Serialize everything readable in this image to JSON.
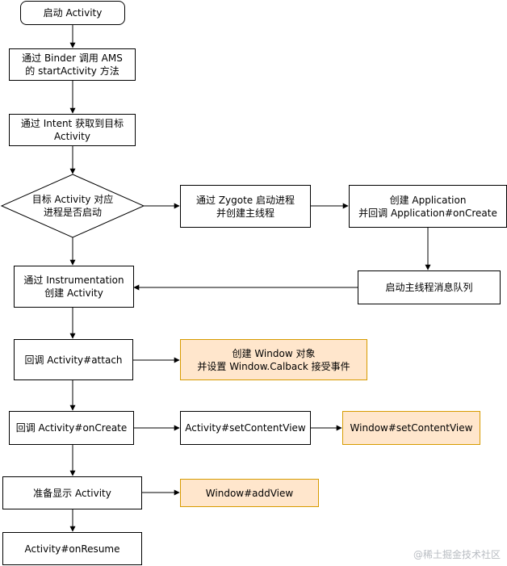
{
  "nodes": {
    "start": "启动 Activity",
    "binder_call": "通过 Binder 调用 AMS\n的 startActivity 方法",
    "intent_target": "通过 Intent 获取到目标\nActivity",
    "decision_started": "目标 Activity 对应\n进程是否启动",
    "zygote_start": "通过 Zygote 启动进程\n并创建主线程",
    "create_application": "创建 Application\n并回调 Application#onCreate",
    "main_looper": "启动主线程消息队列",
    "instrumentation_create": "通过 Instrumentation\n创建 Activity",
    "attach": "回调 Activity#attach",
    "create_window": "创建 Window 对象\n并设置 Window.Calback 接受事件",
    "on_create": "回调 Activity#onCreate",
    "activity_set_content_view": "Activity#setContentView",
    "window_set_content_view": "Window#setContentView",
    "prepare_display": "准备显示 Activity",
    "window_add_view": "Window#addView",
    "on_resume": "Activity#onResume"
  },
  "watermark": "@稀土掘金技术社区",
  "colors": {
    "highlight_fill": "#ffe6cc",
    "highlight_stroke": "#d79b00",
    "line": "#000000"
  }
}
